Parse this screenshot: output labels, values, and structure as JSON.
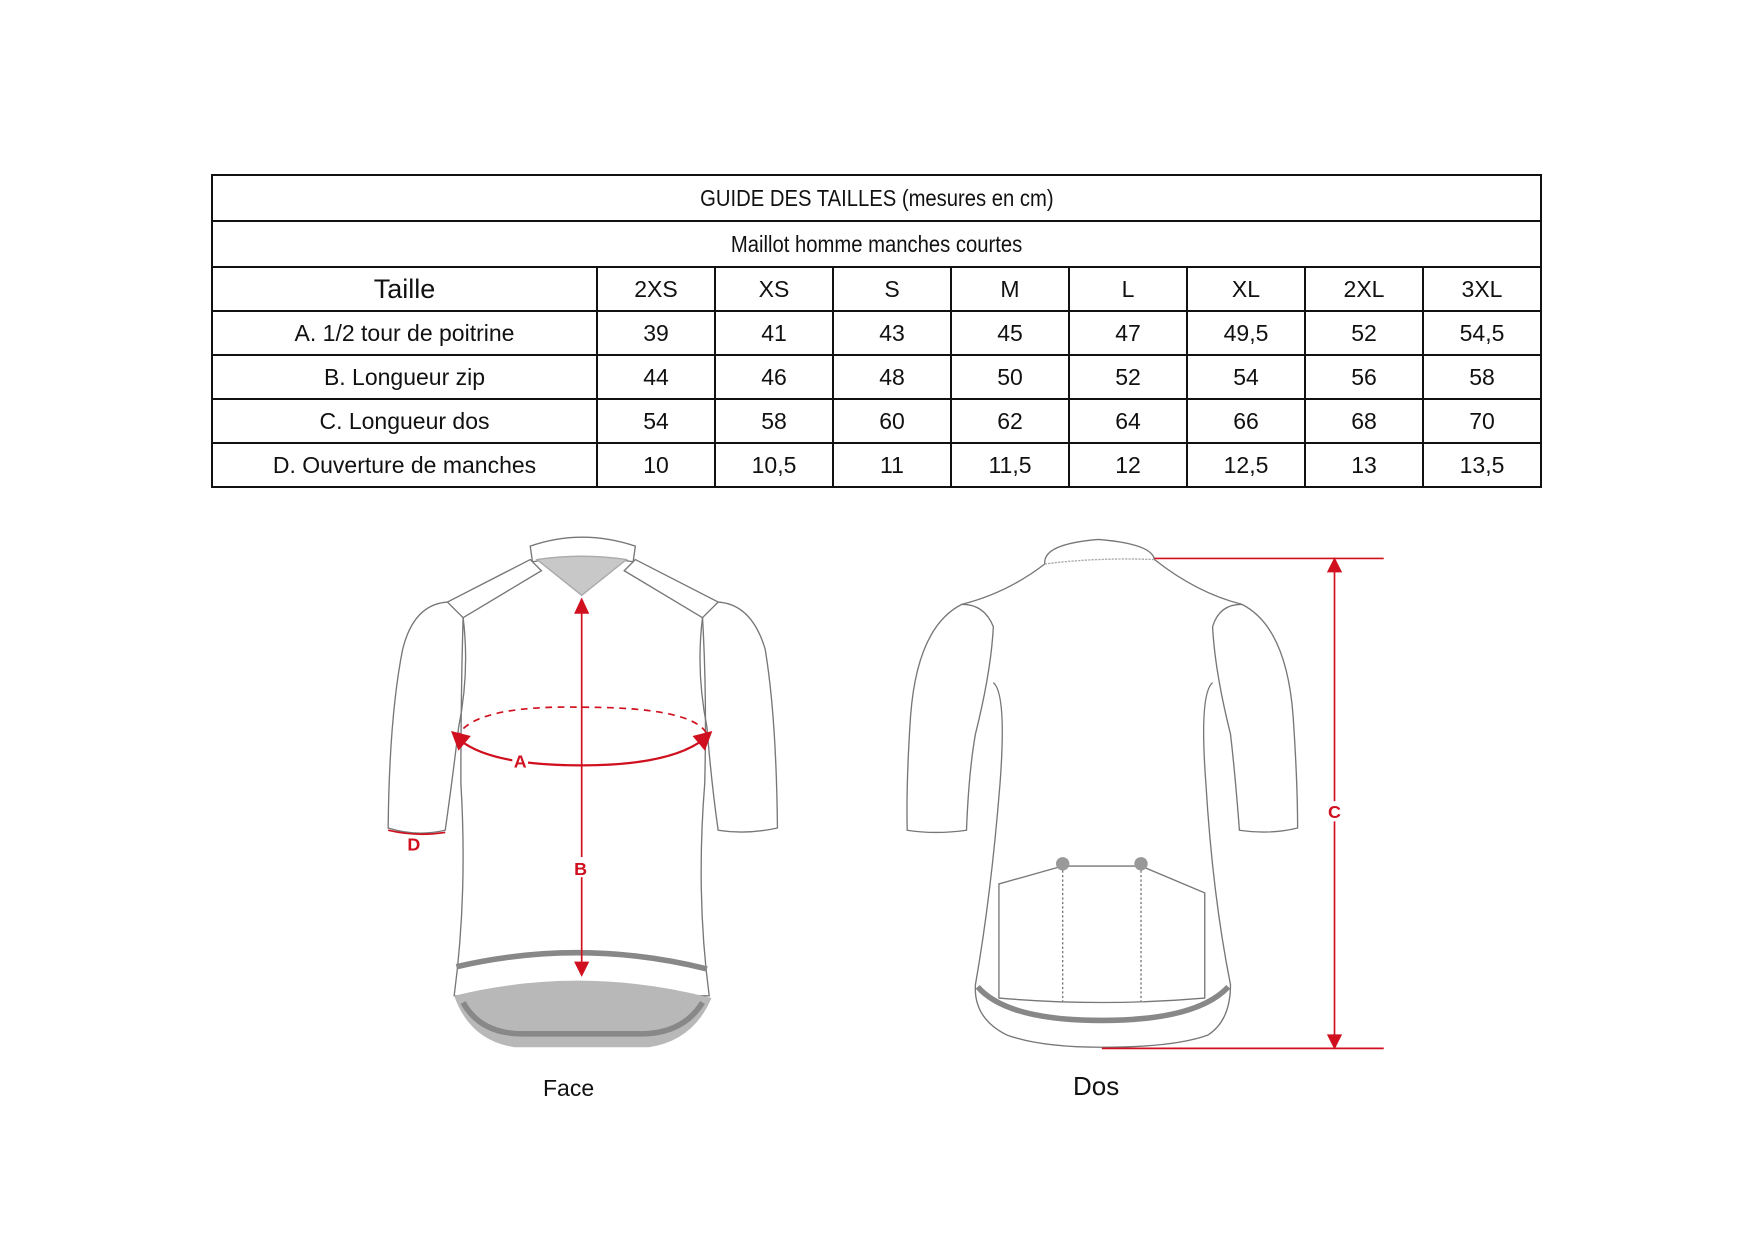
{
  "title": "GUIDE DES TAILLES (mesures en cm)",
  "subtitle": "Maillot homme manches courtes",
  "header": {
    "label": "Taille",
    "sizes": [
      "2XS",
      "XS",
      "S",
      "M",
      "L",
      "XL",
      "2XL",
      "3XL"
    ]
  },
  "rows": [
    {
      "label": "A. 1/2 tour de poitrine",
      "values": [
        "39",
        "41",
        "43",
        "45",
        "47",
        "49,5",
        "52",
        "54,5"
      ]
    },
    {
      "label": "B. Longueur zip",
      "values": [
        "44",
        "46",
        "48",
        "50",
        "52",
        "54",
        "56",
        "58"
      ]
    },
    {
      "label": "C. Longueur dos",
      "values": [
        "54",
        "58",
        "60",
        "62",
        "64",
        "66",
        "68",
        "70"
      ]
    },
    {
      "label": "D. Ouverture de manches",
      "values": [
        "10",
        "10,5",
        "11",
        "11,5",
        "12",
        "12,5",
        "13",
        "13,5"
      ]
    }
  ],
  "diagram": {
    "front_caption": "Face",
    "back_caption": "Dos",
    "markers": {
      "a": "A",
      "b": "B",
      "c": "C",
      "d": "D"
    },
    "accent_color": "#d0101e"
  }
}
